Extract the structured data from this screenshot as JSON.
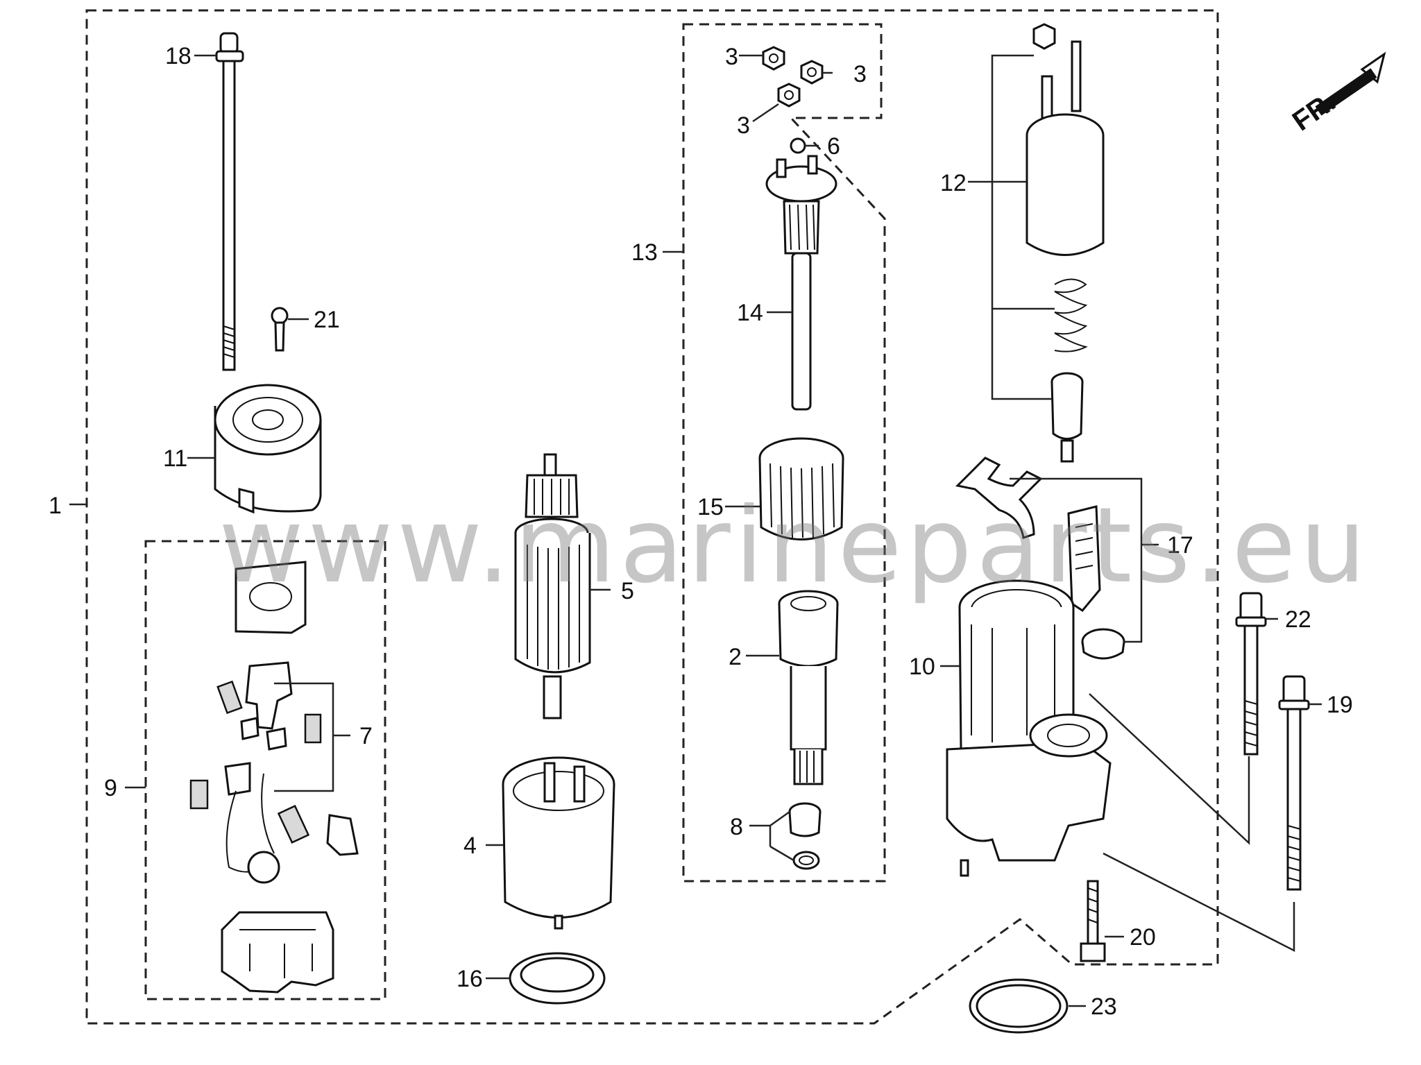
{
  "watermark": "www.marineparts.eu",
  "direction_label": "FR.",
  "callouts": {
    "c1": "1",
    "c2": "2",
    "c3a": "3",
    "c3b": "3",
    "c3c": "3",
    "c4": "4",
    "c5": "5",
    "c6": "6",
    "c7": "7",
    "c8": "8",
    "c9": "9",
    "c10": "10",
    "c11": "11",
    "c12": "12",
    "c13": "13",
    "c14": "14",
    "c15": "15",
    "c16": "16",
    "c17": "17",
    "c18": "18",
    "c19": "19",
    "c20": "20",
    "c21": "21",
    "c22": "22",
    "c23": "23"
  },
  "colors": {
    "line": "#111111",
    "watermark": "#787878",
    "background": "#ffffff"
  }
}
